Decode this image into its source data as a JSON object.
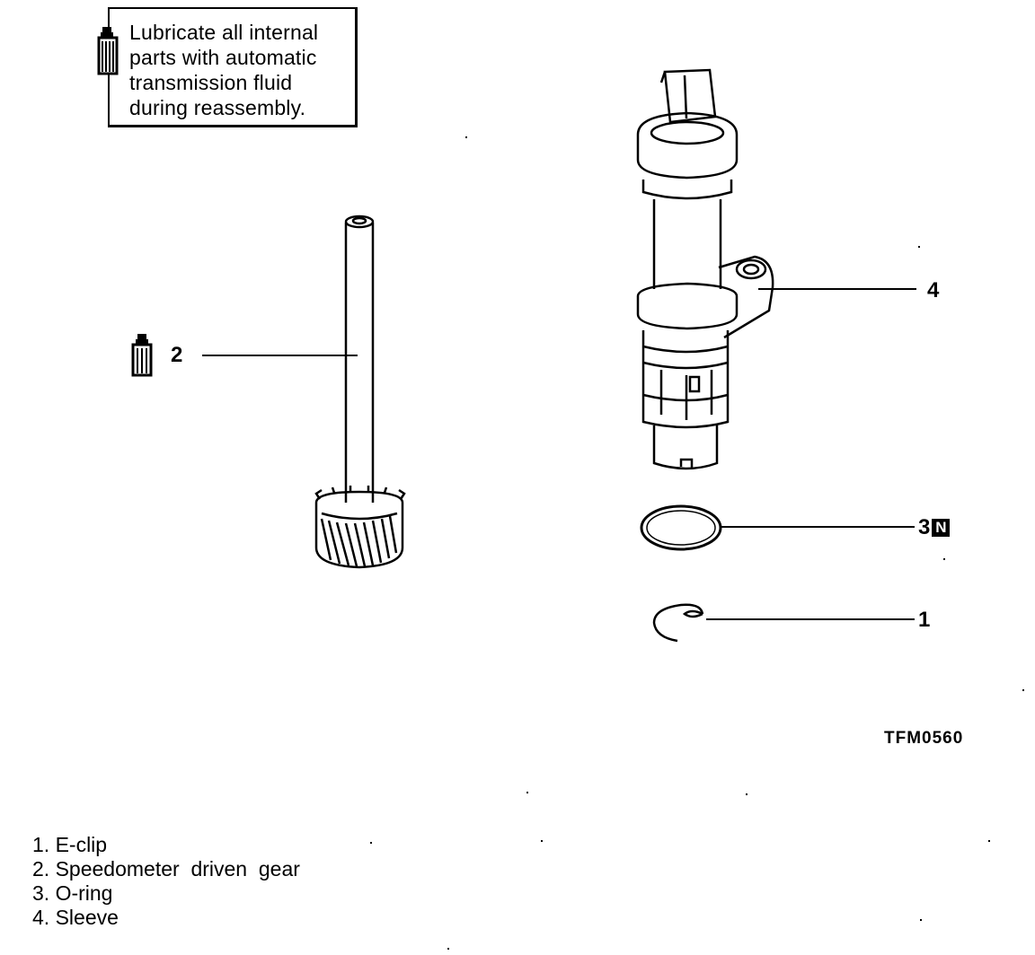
{
  "note": {
    "text": "Lubricate all internal\nparts with automatic\ntransmission fluid\nduring reassembly.",
    "icon": "fluid-bottle-icon"
  },
  "callouts": {
    "c1": "1",
    "c2": "2",
    "c3": "3",
    "c3_badge": "N",
    "c4": "4"
  },
  "figure_code": "TFM0560",
  "legend": {
    "items": [
      "1. E-clip",
      "2. Speedometer  driven  gear",
      "3. O-ring",
      "4. Sleeve"
    ]
  },
  "colors": {
    "ink": "#000000",
    "paper": "#ffffff"
  }
}
